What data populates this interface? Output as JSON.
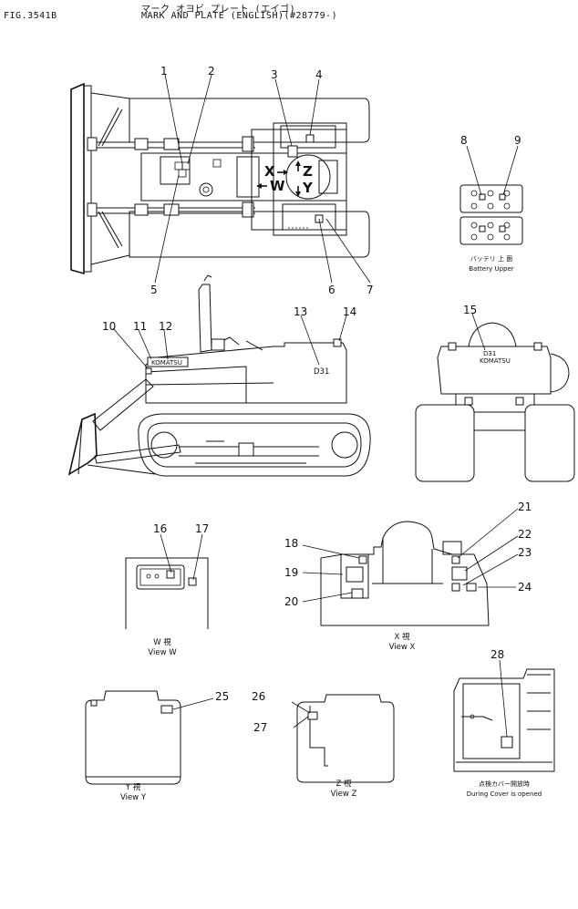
{
  "header": {
    "fig": "FIG.3541B",
    "jp_title": "マーク オヨビ プレート (エイゴ)",
    "title": "MARK AND PLATE (ENGLISH)(#28779-)"
  },
  "labels": {
    "view_w_jp": "W 視",
    "view_w": "View W",
    "view_x_jp": "X 視",
    "view_x": "View X",
    "view_y_jp": "Y 視",
    "view_y": "View Y",
    "view_z_jp": "Z 視",
    "view_z": "View Z",
    "battery_jp": "バッテリ 上 面",
    "battery": "Battery Upper",
    "cover_jp": "点検カバー開放時",
    "cover": "During Cover is opened"
  },
  "markings": {
    "x": "X",
    "w": "W",
    "z": "Z",
    "y": "Y",
    "brand": "KOMATSU",
    "model": "D31"
  },
  "callouts": [
    "1",
    "2",
    "3",
    "4",
    "5",
    "6",
    "7",
    "8",
    "9",
    "10",
    "11",
    "12",
    "13",
    "14",
    "15",
    "16",
    "17",
    "18",
    "19",
    "20",
    "21",
    "22",
    "23",
    "24",
    "25",
    "26",
    "27",
    "28"
  ]
}
